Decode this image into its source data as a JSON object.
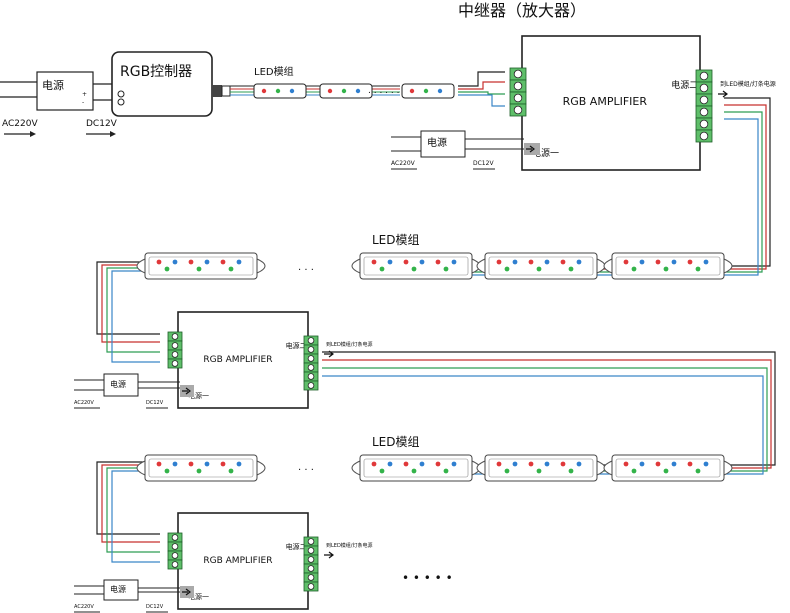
{
  "title": "中继器（放大器）",
  "top_chain": {
    "power_label": "电源",
    "ac_label": "AC220V",
    "dc_label": "DC12V",
    "controller_label": "RGB控制器",
    "led_module_label": "LED模组",
    "dots": ". . . . . ."
  },
  "amplifier": {
    "label": "RGB AMPLIFIER",
    "power_one": "电源一",
    "power_two": "电源二",
    "to_led_note": "到LED模组/灯条电源",
    "psu_label": "电源",
    "psu_ac": "AC220V",
    "psu_dc": "DC12V"
  },
  "led_row_label": "LED模组",
  "row_dots": ". . .",
  "end_dots": "• • • • •",
  "colors": {
    "wire_black": "#222222",
    "wire_red": "#c8302e",
    "wire_green": "#2e9e54",
    "wire_blue": "#3a86c8",
    "terminal_green": "#5fbf6a",
    "led_red": "#e0383a",
    "led_green": "#33b34a",
    "led_blue": "#2f7fd0"
  }
}
